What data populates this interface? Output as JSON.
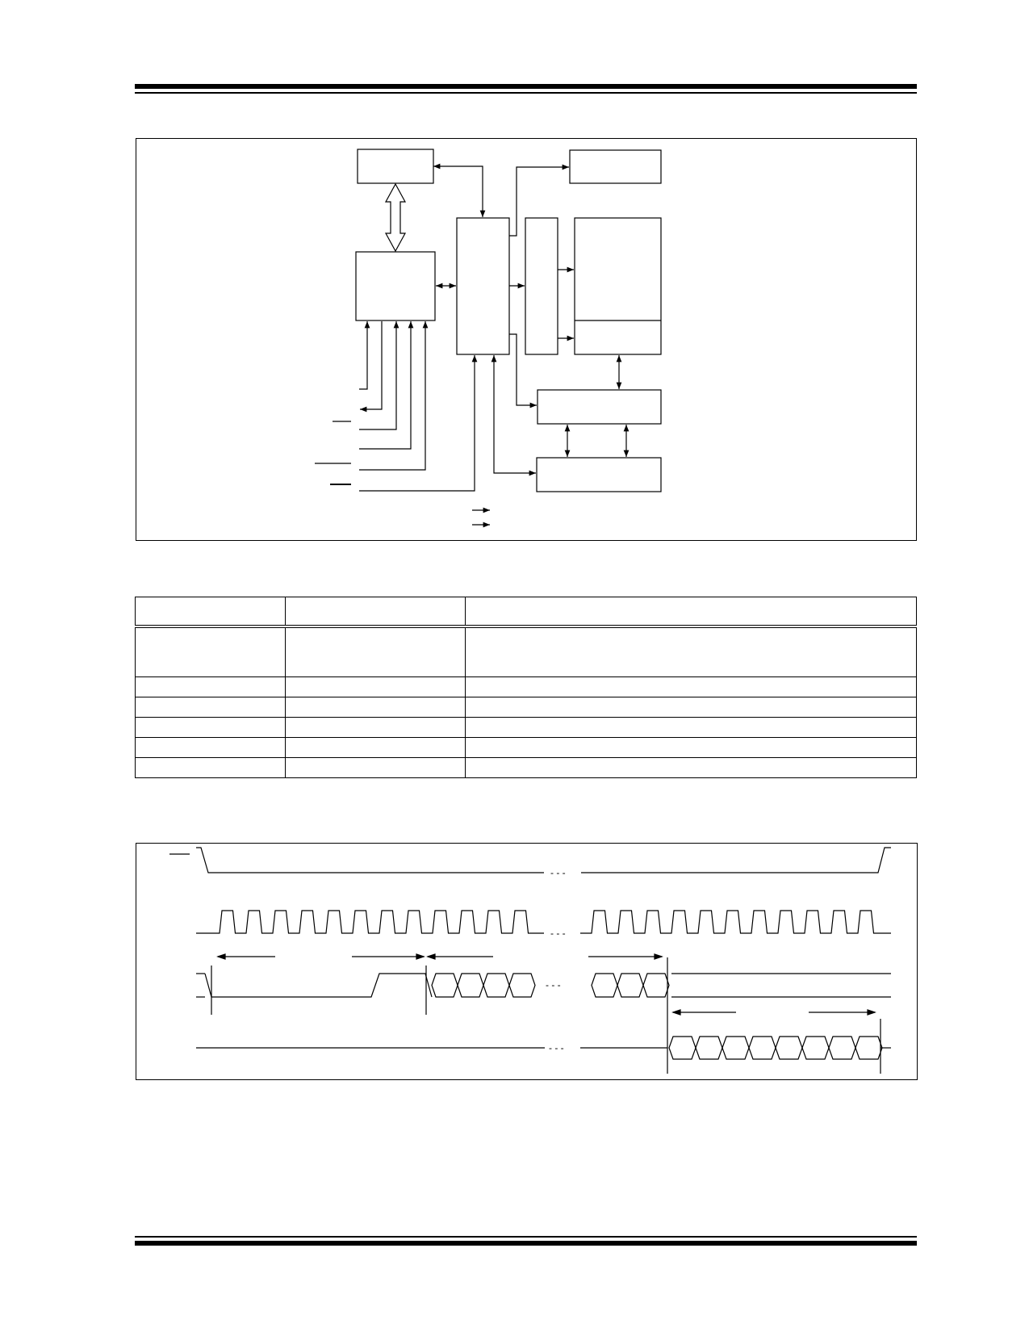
{
  "page": {
    "header_rule": "",
    "footer_rule": ""
  },
  "block_diagram": {
    "blocks": [
      {
        "id": "top-left-block",
        "label": ""
      },
      {
        "id": "top-right-block",
        "label": ""
      },
      {
        "id": "left-logic-block",
        "label": ""
      },
      {
        "id": "center-control-block",
        "label": ""
      },
      {
        "id": "narrow-decoder-block",
        "label": ""
      },
      {
        "id": "memory-array-block",
        "label": ""
      },
      {
        "id": "memory-array-lower-block",
        "label": ""
      },
      {
        "id": "lower-right-block-1",
        "label": ""
      },
      {
        "id": "lower-right-block-2",
        "label": ""
      }
    ]
  },
  "pin_table": {
    "columns": [
      "",
      "",
      ""
    ],
    "rows": [
      [
        "",
        "",
        ""
      ],
      [
        "",
        "",
        ""
      ],
      [
        "",
        "",
        ""
      ],
      [
        "",
        "",
        ""
      ],
      [
        "",
        "",
        ""
      ],
      [
        "",
        "",
        ""
      ]
    ]
  },
  "timing_diagram": {
    "signals": [
      "",
      "",
      "",
      ""
    ],
    "break_marker": "- - -"
  }
}
